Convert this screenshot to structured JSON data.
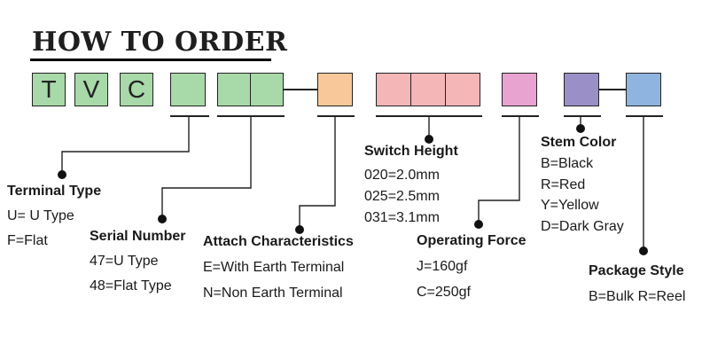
{
  "title": "HOW TO ORDER",
  "code_letters": [
    "T",
    "V",
    "C"
  ],
  "colors": {
    "letter_box": "#a8d9a8",
    "green": "#a8d9a8",
    "orange": "#f9c89a",
    "pink": "#f5b6b8",
    "magenta": "#e8a3d0",
    "purple": "#9b8fc7",
    "blue": "#8fb4e0"
  },
  "sections": {
    "terminal_type": {
      "title": "Terminal Type",
      "items": [
        "U= U Type",
        "F=Flat"
      ]
    },
    "serial_number": {
      "title": "Serial Number",
      "items": [
        "47=U Type",
        "48=Flat Type"
      ]
    },
    "attach": {
      "title": "Attach Characteristics",
      "items": [
        "E=With Earth Terminal",
        "N=Non Earth Terminal"
      ]
    },
    "switch_height": {
      "title": "Switch Height",
      "items": [
        "020=2.0mm",
        "025=2.5mm",
        "031=3.1mm"
      ]
    },
    "operating_force": {
      "title": "Operating Force",
      "items": [
        "J=160gf",
        "C=250gf"
      ]
    },
    "stem_color": {
      "title": "Stem Color",
      "items": [
        "B=Black",
        "R=Red",
        "Y=Yellow",
        "D=Dark Gray"
      ]
    },
    "package_style": {
      "title": "Package Style",
      "items": [
        "B=Bulk R=Reel"
      ]
    }
  }
}
